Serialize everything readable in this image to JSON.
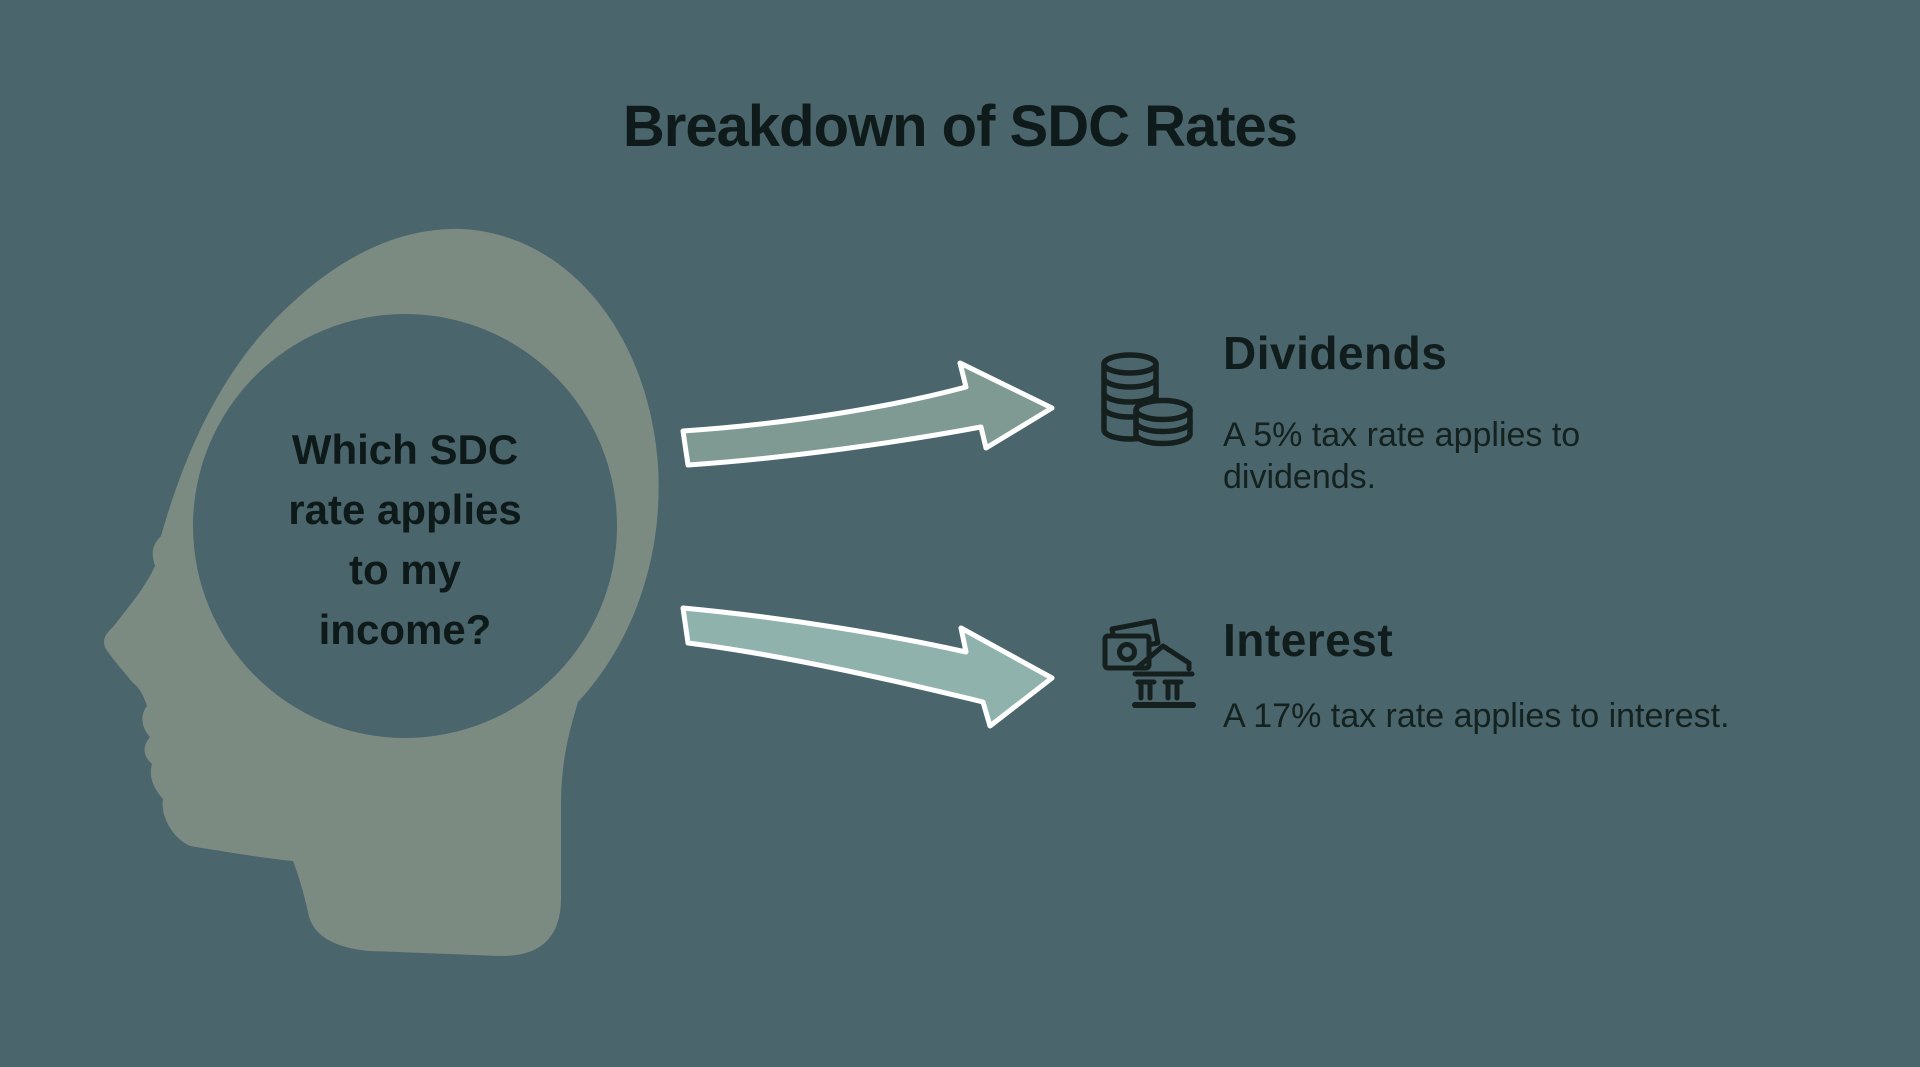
{
  "title": "Breakdown of SDC Rates",
  "head": {
    "question_lines": [
      "Which SDC",
      "rate applies",
      "to my",
      "income?"
    ],
    "question_full": "Which SDC rate applies to my income?"
  },
  "items": [
    {
      "heading": "Dividends",
      "description": "A 5% tax rate applies to dividends.",
      "icon": "coins-icon"
    },
    {
      "heading": "Interest",
      "description": "A 17% tax rate applies to interest.",
      "icon": "money-bank-icon"
    }
  ],
  "colors": {
    "background": "#4b656c",
    "head_fill": "#7b8b82",
    "arrow_top_fill": "#7f9a93",
    "arrow_bottom_fill": "#8fb3ac",
    "arrow_outline": "#ffffff",
    "text_dark": "#101d1c",
    "icon_stroke": "#15201e"
  }
}
